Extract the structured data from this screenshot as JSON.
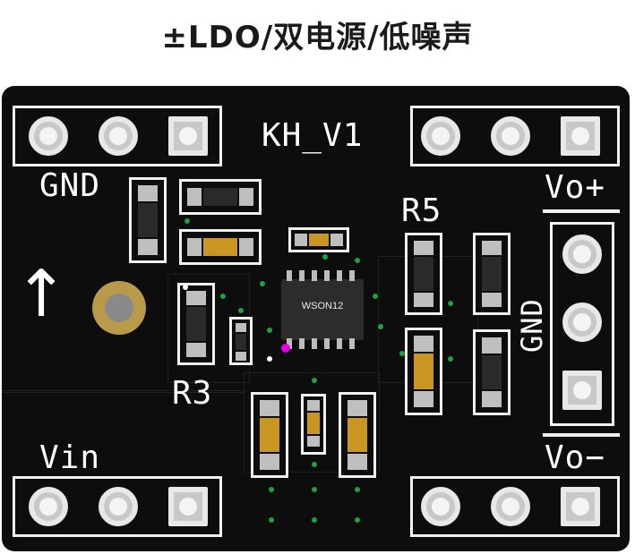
{
  "title": "±LDO/双电源/低噪声",
  "silkscreen": {
    "version": "KH_V1",
    "gnd_top": "GND",
    "gnd_right": "GND",
    "vo_plus": "Vo+",
    "vo_minus": "Vo−",
    "vin": "Vin",
    "r5": "R5",
    "r3": "R3",
    "arrow": "↑"
  },
  "chip": {
    "label": "WSON12"
  },
  "colors": {
    "board": "#0d0d0d",
    "silk": "#ffffff",
    "pad": "#bfbfbf",
    "capacitor": "#c99622",
    "via": "#1fa040"
  }
}
